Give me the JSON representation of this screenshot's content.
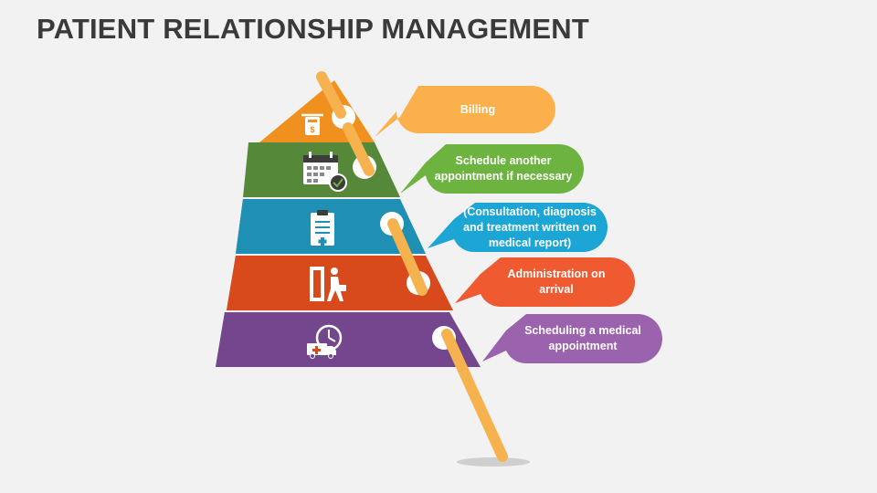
{
  "title": "PATIENT RELATIONSHIP MANAGEMENT",
  "colors": {
    "orange": "#f0901e",
    "green": "#56883a",
    "blue": "#1f8fb3",
    "red": "#d84a1b",
    "purple": "#74468d",
    "pencil": "#f6b24f",
    "background": "#f2f2f2"
  },
  "layers": [
    {
      "icon": "cash-register-icon",
      "bubble_color": "#fbb04b",
      "bubble_lines": [
        "Billing"
      ]
    },
    {
      "icon": "calendar-check-icon",
      "bubble_color": "#6db33f",
      "bubble_lines": [
        "Schedule another",
        "appointment if necessary"
      ]
    },
    {
      "icon": "medical-report-clipboard-icon",
      "bubble_color": "#1ba6d6",
      "bubble_lines": [
        "(Consultation, diagnosis",
        "and treatment written on",
        "medical report)"
      ]
    },
    {
      "icon": "patient-arrival-door-icon",
      "bubble_color": "#f05a31",
      "bubble_lines": [
        "Administration on",
        "arrival"
      ]
    },
    {
      "icon": "ambulance-clock-icon",
      "bubble_color": "#9b62ad",
      "bubble_lines": [
        "Scheduling a medical",
        "appointment"
      ]
    }
  ]
}
